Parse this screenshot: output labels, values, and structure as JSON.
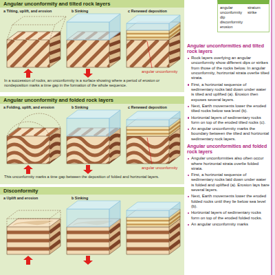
{
  "diagram": {
    "nodes": [
      {
        "text": [
          "Angular unconformity and tilted rock layers",
          "In a succession of rocks, an unconformity is a surface showing where a period of erosion or nondeposition marks a time gap in the formation of the whole sequence."
        ]
      },
      {
        "text": [
          "Angular unconformity and folded rock layers",
          "This unconformity marks a time gap between the deposition of folded and horizontal layers."
        ]
      },
      {
        "text": [
          "Disconformity"
        ]
      },
      {
        "text": [
          "angular unconformity",
          "dip",
          "disconformity",
          "erosion",
          "stratum",
          "strike"
        ]
      }
    ],
    "labels": [
      "a Tilting, uplift, and erosion",
      "b Sinking",
      "c Renewed deposition",
      "angular unconformity",
      "a Folding, uplift, and erosion",
      "b Sinking",
      "c Renewed deposition",
      "angular unconformity",
      "a Uplift and erosion",
      "b Sinking",
      "Angular unconformities and tilted rock layers",
      "Rock layers overlying an angular unconformity show different dips or strikes from those of the rocks below. In angular unconformity, horizontal strata overlie tilted strata.",
      "First, a horizontal sequence of sedimentary rocks laid down under water is tilted and uplifted (a). Erosion then exposes several layers.",
      "Next, Earth movements lower the eroded tilted rocks below sea level (b).",
      "Horizontal layers of sedimentary rocks form on top of the eroded tilted rocks (c).",
      "An angular unconformity marks the boundary between the tilted and horizontal sedimentary rock layers.",
      "Angular unconformities and folded rock layers",
      "Angular unconformities also often occur where horizontal strata overlie folded strata.",
      "First, a horizontal sequence of sedimentary rocks laid down under water is folded and uplifted (a). Erosion lays bare several layers.",
      "Next, Earth movements lower the eroded folded rocks until they lie below sea level (b).",
      "Horizontal layers of sedimentary rocks form on top of the eroded folded rocks.",
      "An angular unconformity marks"
    ]
  }
}
